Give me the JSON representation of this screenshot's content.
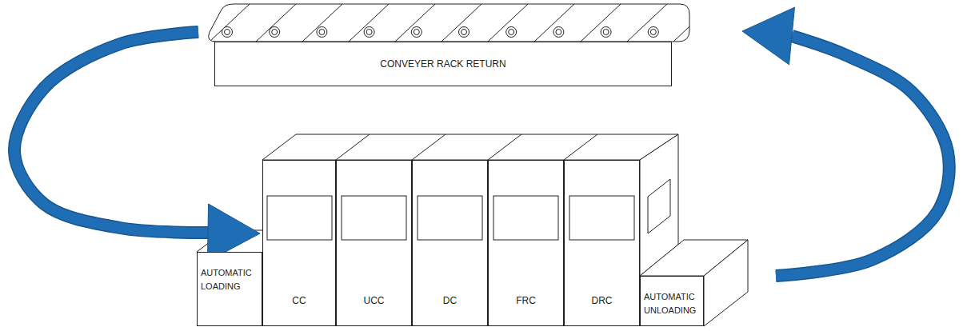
{
  "diagram": {
    "nodes": [
      {
        "text": [
          "CONVEYER RACK RETURN"
        ]
      },
      {
        "text": [
          "AUTOMATIC LOADING"
        ]
      },
      {
        "text": [
          "CC"
        ]
      },
      {
        "text": [
          "UCC"
        ]
      },
      {
        "text": [
          "DC"
        ]
      },
      {
        "text": [
          "FRC"
        ]
      },
      {
        "text": [
          "DRC"
        ]
      },
      {
        "text": [
          "AUTOMATIC UNLOADING"
        ]
      }
    ],
    "edges": [
      {
        "from": 0,
        "to": 1,
        "arrow": "to"
      },
      {
        "from": 7,
        "to": 0,
        "arrow": "to"
      }
    ]
  }
}
